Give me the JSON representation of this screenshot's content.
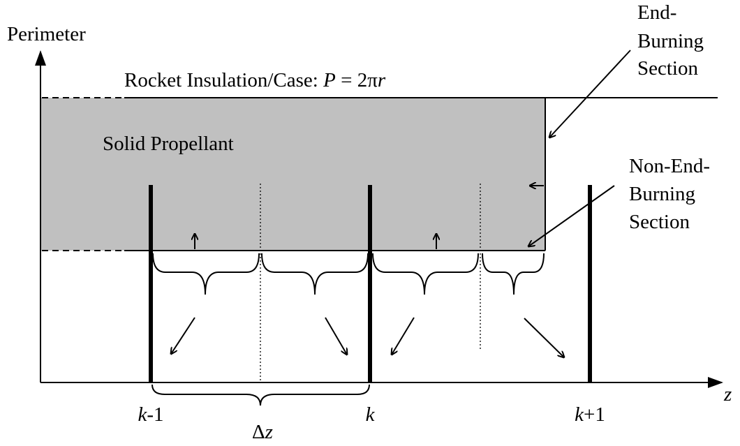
{
  "axes": {
    "y_label": "Perimeter",
    "x_label": "z"
  },
  "labels": {
    "case_prefix": "Rocket Insulation/Case: ",
    "case_var": "P",
    "case_eq": " = 2π",
    "case_r": "r",
    "propellant": "Solid Propellant",
    "end_burning": [
      "End-",
      "Burning",
      "Section"
    ],
    "non_end_burning": [
      "Non-End-",
      "Burning",
      "Section"
    ]
  },
  "nodes": [
    {
      "var": "k",
      "suffix": "-1"
    },
    {
      "var": "k",
      "suffix": ""
    },
    {
      "var": "k",
      "suffix": "+1"
    }
  ],
  "spacing_label": {
    "prefix": "Δ",
    "var": "z"
  },
  "colors": {
    "propellant_fill": "#c0c0c0",
    "line": "#000000",
    "background": "#ffffff"
  }
}
